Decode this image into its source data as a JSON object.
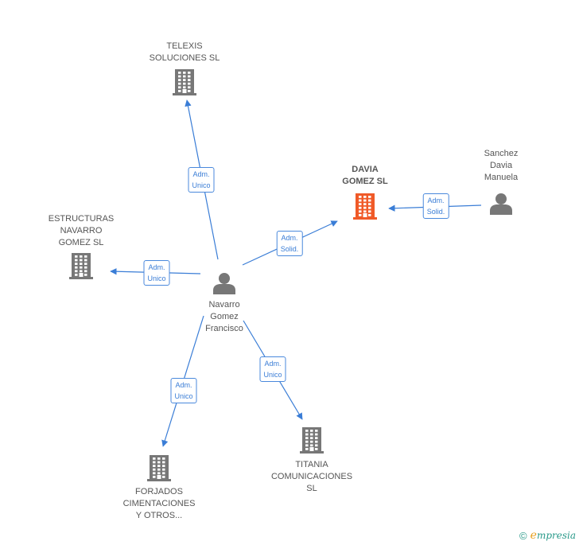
{
  "colors": {
    "edge": "#3a7dd6",
    "company": "#777777",
    "focus_company": "#f05a28",
    "person": "#777777"
  },
  "nodes": [
    {
      "id": "telexis",
      "kind": "company",
      "label": [
        "TELEXIS",
        "SOLUCIONES SL"
      ]
    },
    {
      "id": "davia",
      "kind": "focus_company",
      "label": [
        "DAVIA",
        "GOMEZ  SL"
      ]
    },
    {
      "id": "sanchez",
      "kind": "person",
      "label": [
        "Sanchez",
        "Davia",
        "Manuela"
      ]
    },
    {
      "id": "estructuras",
      "kind": "company",
      "label": [
        "ESTRUCTURAS",
        "NAVARRO",
        "GOMEZ SL"
      ]
    },
    {
      "id": "navarro",
      "kind": "person",
      "label": [
        "Navarro",
        "Gomez",
        "Francisco"
      ]
    },
    {
      "id": "forjados",
      "kind": "company",
      "label": [
        "FORJADOS",
        "CIMENTACIONES",
        "Y OTROS..."
      ]
    },
    {
      "id": "titania",
      "kind": "company",
      "label": [
        "TITANIA",
        "COMUNICACIONES",
        "SL"
      ]
    }
  ],
  "edges": [
    {
      "from": "navarro",
      "to": "telexis",
      "label": [
        "Adm.",
        "Unico"
      ]
    },
    {
      "from": "navarro",
      "to": "davia",
      "label": [
        "Adm.",
        "Solid."
      ]
    },
    {
      "from": "sanchez",
      "to": "davia",
      "label": [
        "Adm.",
        "Solid."
      ]
    },
    {
      "from": "navarro",
      "to": "estructuras",
      "label": [
        "Adm.",
        "Unico"
      ]
    },
    {
      "from": "navarro",
      "to": "forjados",
      "label": [
        "Adm.",
        "Unico"
      ]
    },
    {
      "from": "navarro",
      "to": "titania",
      "label": [
        "Adm.",
        "Unico"
      ]
    }
  ],
  "copyright": {
    "symbol": "©",
    "brand_initial": "e",
    "brand_rest": "mpresia"
  }
}
